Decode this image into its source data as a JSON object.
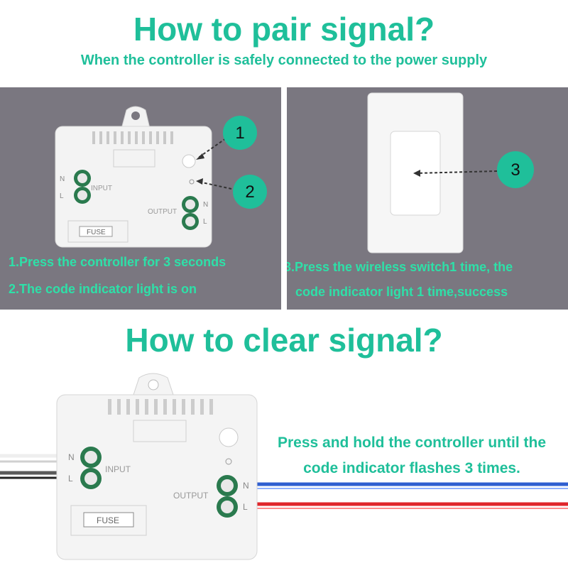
{
  "pair": {
    "title": "How to pair signal?",
    "subtitle": "When the controller is safely connected to the power supply",
    "step1": "1.Press the controller for 3 seconds",
    "step2": "2.The code indicator light is on",
    "step3_line1": "3.Press the wireless switch1 time, the",
    "step3_line2": "code indicator light 1 time,success",
    "markers": [
      "1",
      "2",
      "3"
    ]
  },
  "clear": {
    "title": "How to clear signal?",
    "instruction_line1": "Press and hold the controller until the",
    "instruction_line2": "code indicator flashes 3 times."
  },
  "device_labels": {
    "input": "INPUT",
    "output": "OUTPUT",
    "n": "N",
    "l": "L",
    "fuse": "FUSE"
  },
  "colors": {
    "accent": "#1fbf9a",
    "panel_bg": "#7a7780",
    "step_text": "#2ee0a8",
    "marker_fill": "#1fbf9a",
    "wire_blue": "#2f5fd0",
    "wire_red": "#e0262b"
  }
}
